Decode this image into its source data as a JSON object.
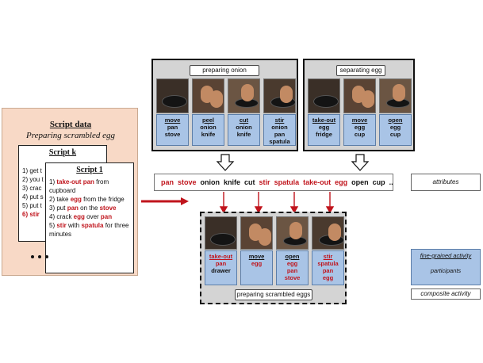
{
  "script_data": {
    "title": "Script data",
    "subtitle": "Preparing scrambled egg",
    "script_k": {
      "title": "Script k",
      "lines": [
        "1) get t",
        "2) you t",
        "3) crac",
        "4) put s",
        "5) put t",
        "6) stir"
      ]
    },
    "script_1": {
      "title": "Script 1",
      "steps": [
        [
          {
            "t": "1) ",
            "r": false
          },
          {
            "t": "take-out",
            "r": true
          },
          {
            "t": " ",
            "r": false
          },
          {
            "t": "pan",
            "r": true
          },
          {
            "t": " from cupboard",
            "r": false
          }
        ],
        [
          {
            "t": "2) take ",
            "r": false
          },
          {
            "t": "egg",
            "r": true
          },
          {
            "t": " from the fridge",
            "r": false
          }
        ],
        [
          {
            "t": "3) put ",
            "r": false
          },
          {
            "t": "pan",
            "r": true
          },
          {
            "t": " on the ",
            "r": false
          },
          {
            "t": "stove",
            "r": true
          }
        ],
        [
          {
            "t": "4) crack ",
            "r": false
          },
          {
            "t": "egg",
            "r": true
          },
          {
            "t": " over ",
            "r": false
          },
          {
            "t": "pan",
            "r": true
          }
        ],
        [
          {
            "t": "5) ",
            "r": false
          },
          {
            "t": "stir",
            "r": true
          },
          {
            "t": " with ",
            "r": false
          },
          {
            "t": "spatula",
            "r": true
          },
          {
            "t": " for three minutes",
            "r": false
          }
        ]
      ]
    }
  },
  "groups": {
    "onion": {
      "label": "preparing onion",
      "cells": [
        {
          "verb": "move",
          "items": [
            "pan",
            "stove"
          ]
        },
        {
          "verb": "peel",
          "items": [
            "onion",
            "knife"
          ]
        },
        {
          "verb": "cut",
          "items": [
            "onion",
            "knife"
          ]
        },
        {
          "verb": "stir",
          "items": [
            "onion",
            "pan",
            "spatula"
          ]
        }
      ]
    },
    "egg": {
      "label": "separating egg",
      "cells": [
        {
          "verb": "take-out",
          "items": [
            "egg",
            "fridge"
          ]
        },
        {
          "verb": "move",
          "items": [
            "egg",
            "cup"
          ]
        },
        {
          "verb": "open",
          "items": [
            "egg",
            "cup"
          ]
        }
      ]
    },
    "scrambled": {
      "label": "preparing scrambled eggs",
      "cells": [
        {
          "verb": "take-out",
          "red": true,
          "items": [
            {
              "t": "pan",
              "r": true
            },
            {
              "t": "drawer",
              "r": false
            }
          ]
        },
        {
          "verb": "move",
          "red": false,
          "items": [
            {
              "t": "egg",
              "r": true
            }
          ]
        },
        {
          "verb": "open",
          "red": false,
          "items": [
            {
              "t": "egg",
              "r": true
            },
            {
              "t": "pan",
              "r": true
            },
            {
              "t": "stove",
              "r": true
            }
          ]
        },
        {
          "verb": "stir",
          "red": true,
          "items": [
            {
              "t": "spatula",
              "r": true
            },
            {
              "t": "pan",
              "r": true
            },
            {
              "t": "egg",
              "r": true
            }
          ]
        }
      ]
    }
  },
  "attributes_bar": {
    "words": [
      {
        "t": "pan",
        "r": true
      },
      {
        "t": "stove",
        "r": true
      },
      {
        "t": "onion",
        "r": false
      },
      {
        "t": "knife",
        "r": false
      },
      {
        "t": "cut",
        "r": false
      },
      {
        "t": "stir",
        "r": true
      },
      {
        "t": "spatula",
        "r": true
      },
      {
        "t": "take-out",
        "r": true
      },
      {
        "t": "egg",
        "r": true
      },
      {
        "t": "open",
        "r": false
      },
      {
        "t": "cup",
        "r": false
      },
      {
        "t": "...",
        "r": false
      }
    ],
    "label": "attributes"
  },
  "legend": {
    "fine_grained": "fine-grained activity",
    "participants": "participants",
    "composite": "composite activity"
  },
  "colors": {
    "red": "#c0141c",
    "cell_blue": "#a9c4e6",
    "script_bg": "#f8d9c6",
    "group_bg": "#d4d4d4"
  }
}
